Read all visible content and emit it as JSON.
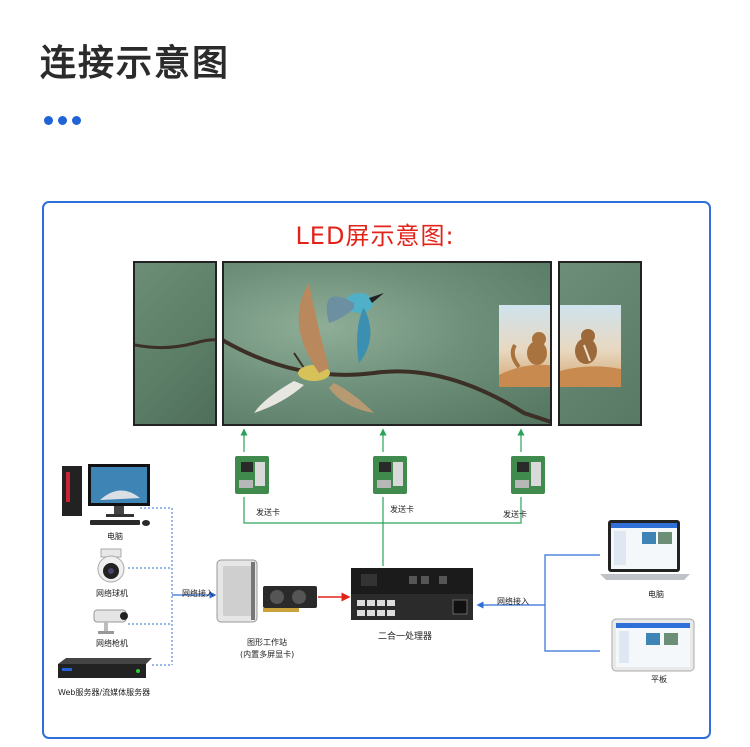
{
  "header": {
    "title": "连接示意图"
  },
  "diagram": {
    "led_title": "LED屏示意图:",
    "sender_cards": [
      "发送卡",
      "发送卡",
      "发送卡"
    ],
    "processor_label": "二合一处理器",
    "workstation_label_1": "图形工作站",
    "workstation_label_2": "(内置多屏显卡)",
    "network_in_left": "网络接入",
    "network_in_right": "网络接入",
    "sources": [
      "电脑",
      "网络球机",
      "网络枪机",
      "Web服务器/流媒体服务器"
    ],
    "clients": [
      "电脑",
      "平板"
    ]
  },
  "colors": {
    "accent": "#1f63d6",
    "led_title": "#e2231a",
    "line_green": "#2aa35a",
    "line_blue": "#2f6fd8",
    "line_red": "#e2231a"
  }
}
